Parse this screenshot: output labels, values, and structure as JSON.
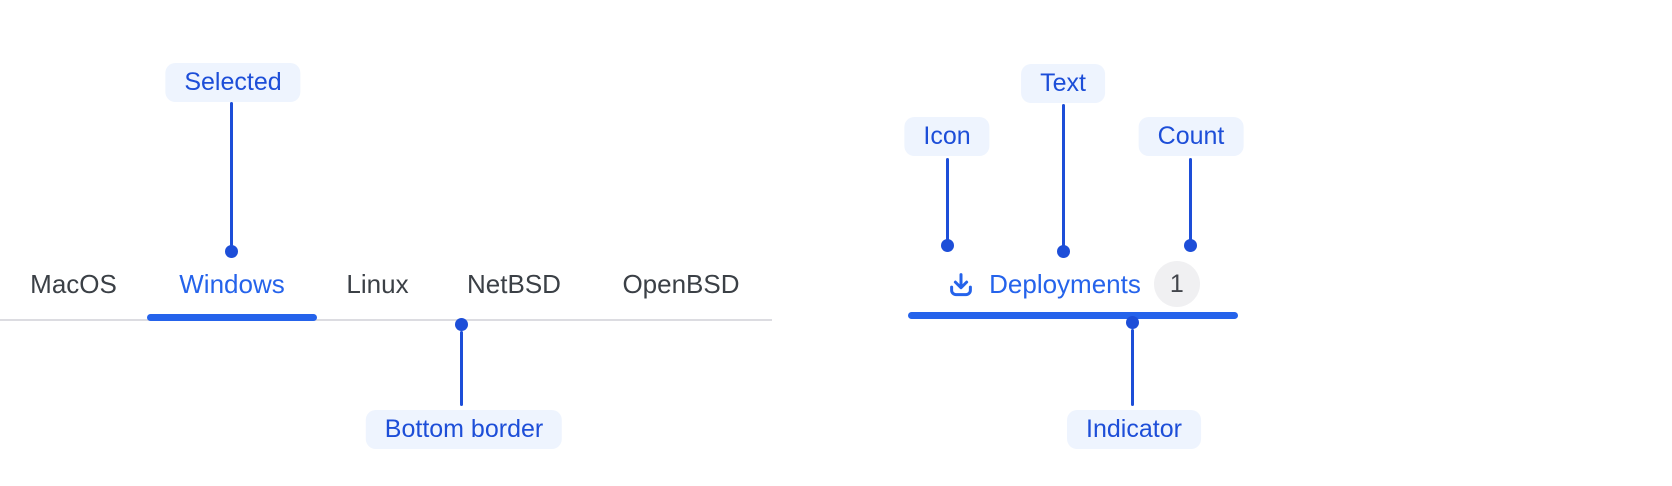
{
  "colors": {
    "background": "#ffffff",
    "tab_active_blue": "#2563eb",
    "tab_inactive_text": "#3b4046",
    "tab_bar_border": "#dcdce1",
    "annotation_blue": "#1d4ed8",
    "annotation_pill_bg": "#eef4fe",
    "badge_bg": "#f0f0f2",
    "badge_text": "#43464c"
  },
  "left_tabs": {
    "items": [
      {
        "label": "MacOS",
        "selected": false
      },
      {
        "label": "Windows",
        "selected": true
      },
      {
        "label": "Linux",
        "selected": false
      },
      {
        "label": "NetBSD",
        "selected": false
      },
      {
        "label": "OpenBSD",
        "selected": false
      }
    ]
  },
  "right_tab": {
    "icon": "download-icon",
    "label": "Deployments",
    "count": "1",
    "selected": true
  },
  "annotations": {
    "selected": "Selected",
    "bottom_border": "Bottom border",
    "icon": "Icon",
    "text": "Text",
    "count": "Count",
    "indicator": "Indicator"
  }
}
